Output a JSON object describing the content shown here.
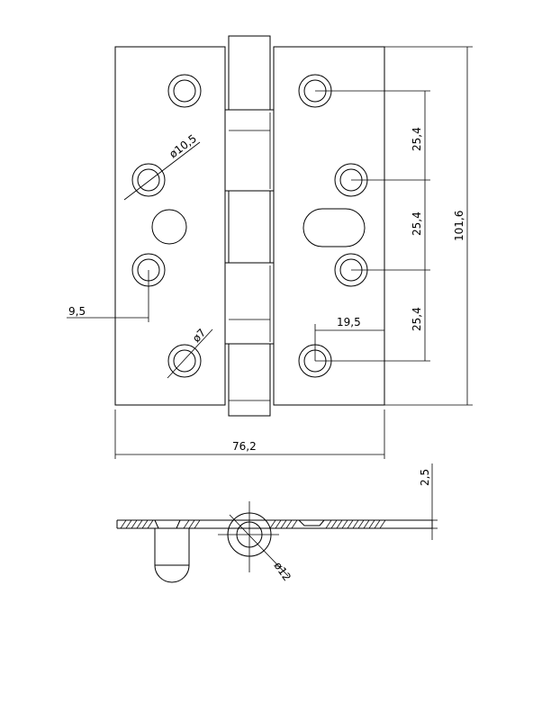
{
  "dimensions": {
    "height_total": "101,6",
    "width_total": "76,2",
    "hole_spacing_1": "25,4",
    "hole_spacing_2": "25,4",
    "hole_spacing_3": "25,4",
    "edge_offset": "9,5",
    "hole_offset": "19,5",
    "countersink_dia": "ø10,5",
    "hole_dia": "ø7",
    "knuckle_dia": "ø12",
    "thickness": "2,5"
  }
}
